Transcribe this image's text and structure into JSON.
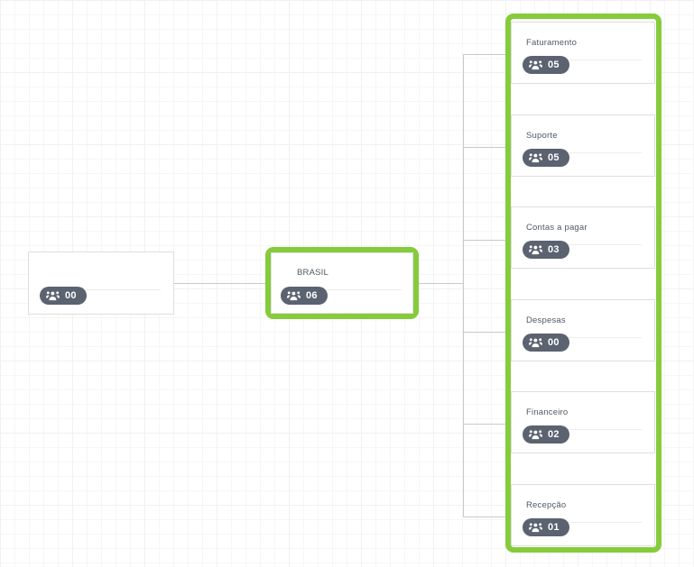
{
  "diagram": {
    "type": "org-chart",
    "orientation": "left-to-right",
    "accent_color": "#86cb3c",
    "badge_color": "#5b6270",
    "node_border_color": "#dedede",
    "connector_color": "#c9c9cc",
    "background": "#ffffff",
    "grid_color": "#f1f1f3",
    "badge_icon": "users-group-icon"
  },
  "nodes": {
    "root": {
      "title": "",
      "count": "00",
      "selected": false
    },
    "branch": {
      "title": "BRASIL",
      "count": "06",
      "selected": true
    },
    "departments": [
      {
        "title": "Faturamento",
        "count": "05"
      },
      {
        "title": "Suporte",
        "count": "05"
      },
      {
        "title": "Contas a pagar",
        "count": "03"
      },
      {
        "title": "Despesas",
        "count": "00"
      },
      {
        "title": "Financeiro",
        "count": "02"
      },
      {
        "title": "Recepção",
        "count": "01"
      }
    ],
    "departments_group_selected": true
  }
}
